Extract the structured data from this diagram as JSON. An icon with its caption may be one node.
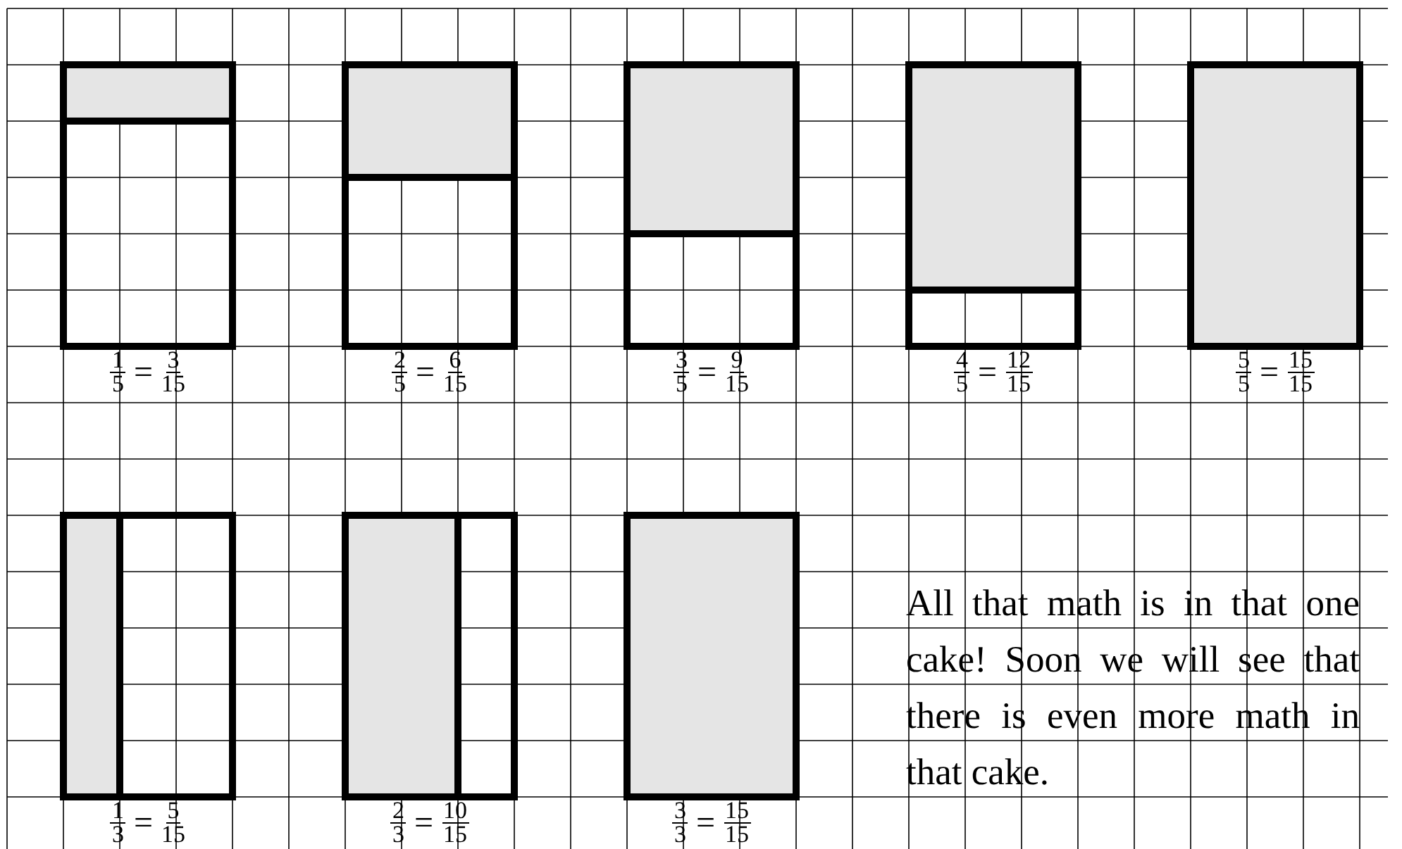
{
  "diagram": {
    "nodes": [
      {
        "text": [],
        "shape": "box",
        "beside": [
          "1",
          "5",
          "=",
          "3",
          "15"
        ]
      },
      {
        "text": [],
        "shape": "box",
        "beside": [
          "2",
          "5",
          "=",
          "6",
          "15"
        ]
      },
      {
        "text": [],
        "shape": "box",
        "beside": [
          "3",
          "5",
          "=",
          "9",
          "15"
        ]
      },
      {
        "text": [],
        "shape": "box",
        "beside": [
          "4",
          "5",
          "=",
          "12",
          "15"
        ]
      },
      {
        "text": [],
        "shape": "box",
        "beside": [
          "5",
          "5",
          "=",
          "15",
          "15"
        ]
      },
      {
        "text": [],
        "shape": "box",
        "beside": [
          "1",
          "3",
          "=",
          "5",
          "15"
        ]
      },
      {
        "text": [],
        "shape": "box",
        "beside": [
          "2",
          "3",
          "=",
          "10",
          "15"
        ]
      },
      {
        "text": [],
        "shape": "box",
        "beside": [
          "3",
          "3",
          "=",
          "15",
          "15"
        ]
      }
    ],
    "labels": [
      "All that math is in that one cake! Soon we will see that there is even more math in that cake."
    ]
  }
}
